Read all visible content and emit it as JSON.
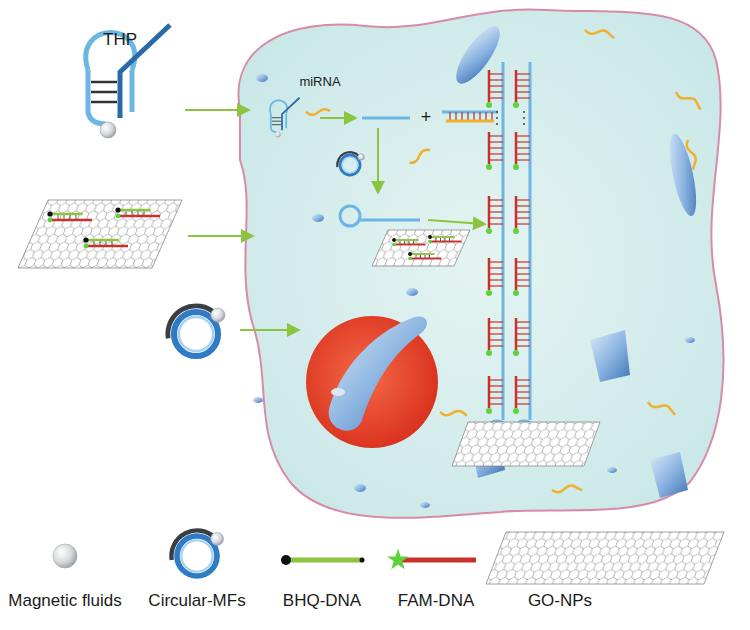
{
  "diagram": {
    "labels": [
      "THP",
      "miRNA",
      "+"
    ],
    "legend": [
      {
        "text": "Magnetic fluids"
      },
      {
        "text": "Circular-MFs"
      },
      {
        "text": "BHQ-DNA"
      },
      {
        "text": "FAM-DNA"
      },
      {
        "text": "GO-NPs"
      }
    ]
  }
}
